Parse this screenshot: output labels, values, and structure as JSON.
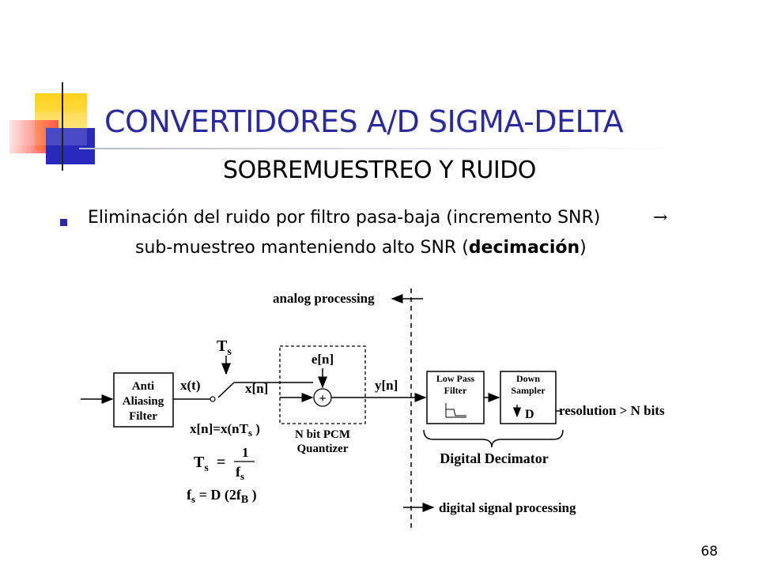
{
  "slide": {
    "title": "CONVERTIDORES A/D SIGMA-DELTA",
    "subtitle": "SOBREMUESTREO Y RUIDO",
    "bullet": {
      "line1": "Eliminación del ruido por filtro pasa-baja (incremento SNR)",
      "arrow": "→",
      "line2_before": "sub-muestreo manteniendo alto SNR (",
      "line2_bold": "decimación",
      "line2_after": ")"
    },
    "page_number": "68"
  },
  "diagram": {
    "analog_label": "analog processing",
    "digital_label": "digital signal processing",
    "anti_aliasing": [
      "Anti",
      "Aliasing",
      "Filter"
    ],
    "xt": "x(t)",
    "ts": "T",
    "ts_sub": "s",
    "xn": "x[n]",
    "en": "e[n]",
    "plus": "+",
    "yn": "y[n]",
    "quantizer": [
      "N bit PCM",
      "Quantizer"
    ],
    "lowpass": [
      "Low Pass",
      "Filter"
    ],
    "downsampler": [
      "Down",
      "Sampler"
    ],
    "downsampler_factor": "D",
    "resolution": "resolution > N bits",
    "decimator": "Digital Decimator",
    "eq1_pre": "x[n]=x(n",
    "eq1_T": "T",
    "eq1_s": "s",
    "eq1_post": " )",
    "eq2_T": "T",
    "eq2_s": "s",
    "eq2_eq": "=",
    "eq2_num": "1",
    "eq2_den_f": "f",
    "eq2_den_s": "s",
    "eq3_f": "f",
    "eq3_s": "s",
    "eq3_mid": " = D (2",
    "eq3_f2": "f",
    "eq3_B": "B",
    "eq3_post": " )"
  },
  "colors": {
    "title": "#2a2a9a",
    "bullet": "#2a2a9a",
    "deco_yellow": "#ffd21a",
    "deco_red": "#ff3b2f",
    "deco_blue": "#2a2aba"
  }
}
